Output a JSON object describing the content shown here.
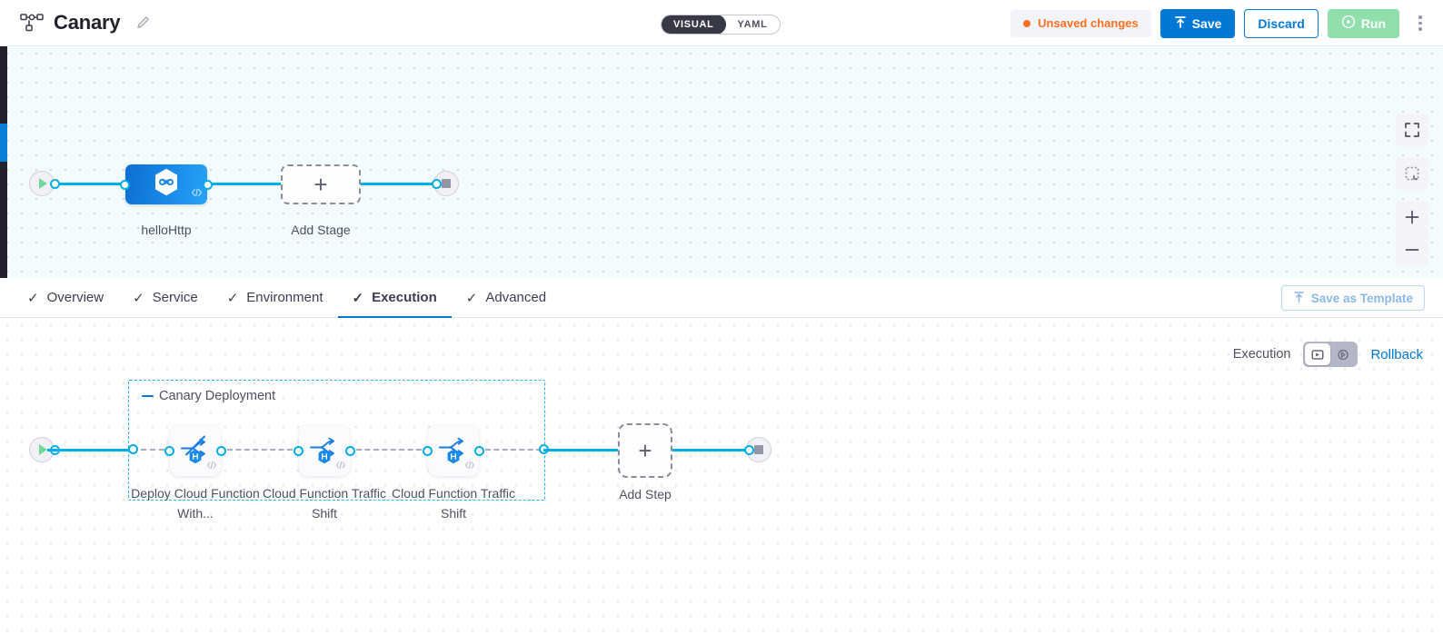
{
  "header": {
    "pipeline_icon": "pipeline-nodes-icon",
    "title": "Canary",
    "edit_icon": "pencil-edit-icon",
    "mode_toggle": {
      "options": [
        "VISUAL",
        "YAML"
      ],
      "selected": "VISUAL"
    },
    "unsaved_label": "Unsaved changes",
    "save_label": "Save",
    "discard_label": "Discard",
    "run_label": "Run",
    "menu_icon": "kebab-menu-icon",
    "colors": {
      "primary_blue": "#0278d5",
      "unsaved_orange": "#ff7020",
      "run_green": "#90dfad",
      "toggle_dark": "#383946"
    }
  },
  "top_canvas": {
    "background": "#f2fbfd",
    "start_icon": "start-play-icon",
    "end_icon": "end-stop-icon",
    "stage": {
      "name": "helloHttp",
      "icon": "harness-hexagon-icon",
      "code_icon": "code-brackets-icon",
      "color": "#1a8ae8"
    },
    "add_stage_label": "Add Stage",
    "add_stage_icon": "plus-icon",
    "controls": [
      {
        "name": "fullscreen-icon"
      },
      {
        "name": "zoom-to-fit-icon"
      },
      {
        "name": "zoom-in-icon"
      },
      {
        "name": "zoom-out-icon"
      }
    ]
  },
  "tabs": {
    "items": [
      {
        "label": "Overview",
        "check": "✓",
        "active": false
      },
      {
        "label": "Service",
        "check": "✓",
        "active": false
      },
      {
        "label": "Environment",
        "check": "✓",
        "active": false
      },
      {
        "label": "Execution",
        "check": "✓",
        "active": true
      },
      {
        "label": "Advanced",
        "check": "✓",
        "active": false
      }
    ],
    "save_as_template_label": "Save as Template",
    "save_as_template_icon": "template-upload-icon"
  },
  "execution": {
    "label": "Execution",
    "toggle": [
      {
        "name": "execution-view-icon",
        "selected": true
      },
      {
        "name": "rollback-view-icon",
        "selected": false
      }
    ],
    "rollback_label": "Rollback",
    "group": {
      "title": "Canary Deployment",
      "collapse_icon": "collapse-dash-icon",
      "steps": [
        {
          "label": "Deploy Cloud Function With...",
          "icon": "deploy-cloud-function-icon",
          "badge": "harness-hexagon-badge",
          "code_icon": "code-brackets-icon"
        },
        {
          "label": "Cloud Function Traffic Shift",
          "icon": "traffic-shift-icon",
          "badge": "harness-hexagon-badge",
          "code_icon": "code-brackets-icon"
        },
        {
          "label": "Cloud Function Traffic Shift",
          "icon": "traffic-shift-icon",
          "badge": "harness-hexagon-badge",
          "code_icon": "code-brackets-icon"
        }
      ]
    },
    "add_step_label": "Add Step",
    "add_step_icon": "plus-icon",
    "start_icon": "start-play-icon",
    "end_icon": "end-stop-icon"
  }
}
